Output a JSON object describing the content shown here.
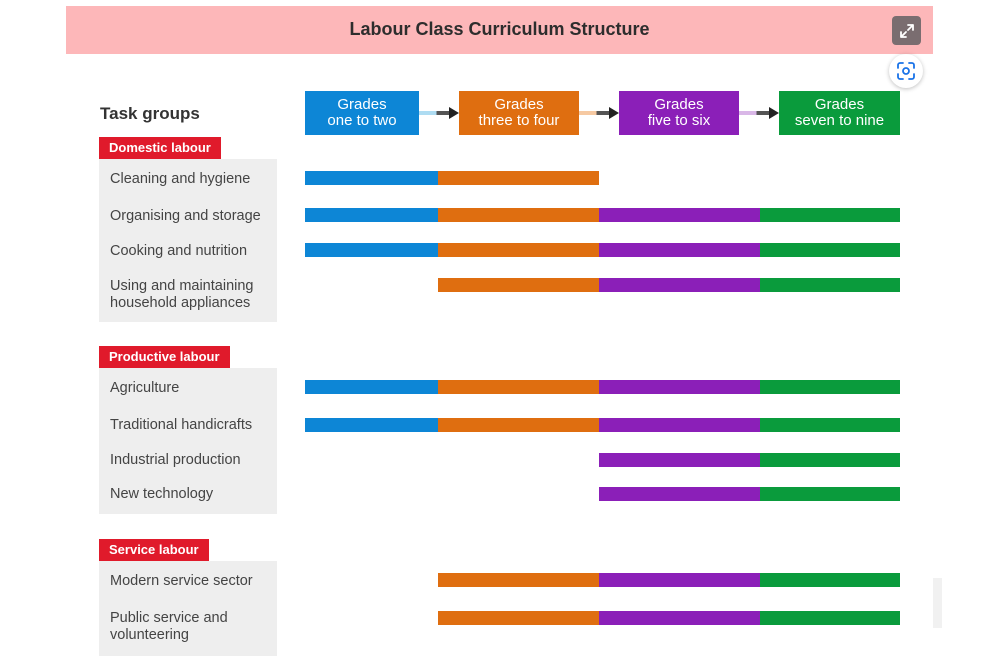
{
  "header": {
    "title": "Labour Class Curriculum Structure",
    "expand_icon": "expand-arrows-icon",
    "lens_icon": "visual-search-icon"
  },
  "task_groups_title": "Task groups",
  "grades": [
    {
      "line1": "Grades",
      "line2": "one to two",
      "color": "#0d86d6"
    },
    {
      "line1": "Grades",
      "line2": "three to four",
      "color": "#df6e10"
    },
    {
      "line1": "Grades",
      "line2": "five to six",
      "color": "#8b1fb8"
    },
    {
      "line1": "Grades",
      "line2": "seven to nine",
      "color": "#0a9b3c"
    }
  ],
  "connector_colors": [
    "#aedcf2",
    "#f6c9a2",
    "#d9b7e7"
  ],
  "groups": [
    {
      "title": "Domestic labour",
      "rows": [
        {
          "label": [
            "Cleaning and hygiene"
          ],
          "grades": [
            0,
            1
          ]
        },
        {
          "label": [
            "Organising and storage"
          ],
          "grades": [
            0,
            1,
            2,
            3
          ]
        },
        {
          "label": [
            "Cooking and nutrition"
          ],
          "grades": [
            0,
            1,
            2,
            3
          ]
        },
        {
          "label": [
            "Using and maintaining",
            "household appliances"
          ],
          "grades": [
            1,
            2,
            3
          ]
        }
      ]
    },
    {
      "title": "Productive labour",
      "rows": [
        {
          "label": [
            "Agriculture"
          ],
          "grades": [
            0,
            1,
            2,
            3
          ]
        },
        {
          "label": [
            "Traditional handicrafts"
          ],
          "grades": [
            0,
            1,
            2,
            3
          ]
        },
        {
          "label": [
            "Industrial production"
          ],
          "grades": [
            2,
            3
          ]
        },
        {
          "label": [
            "New technology"
          ],
          "grades": [
            2,
            3
          ]
        }
      ]
    },
    {
      "title": "Service labour",
      "rows": [
        {
          "label": [
            "Modern service sector"
          ],
          "grades": [
            1,
            2,
            3
          ]
        },
        {
          "label": [
            "Public service and",
            "volunteering"
          ],
          "grades": [
            1,
            2,
            3
          ]
        }
      ]
    }
  ]
}
